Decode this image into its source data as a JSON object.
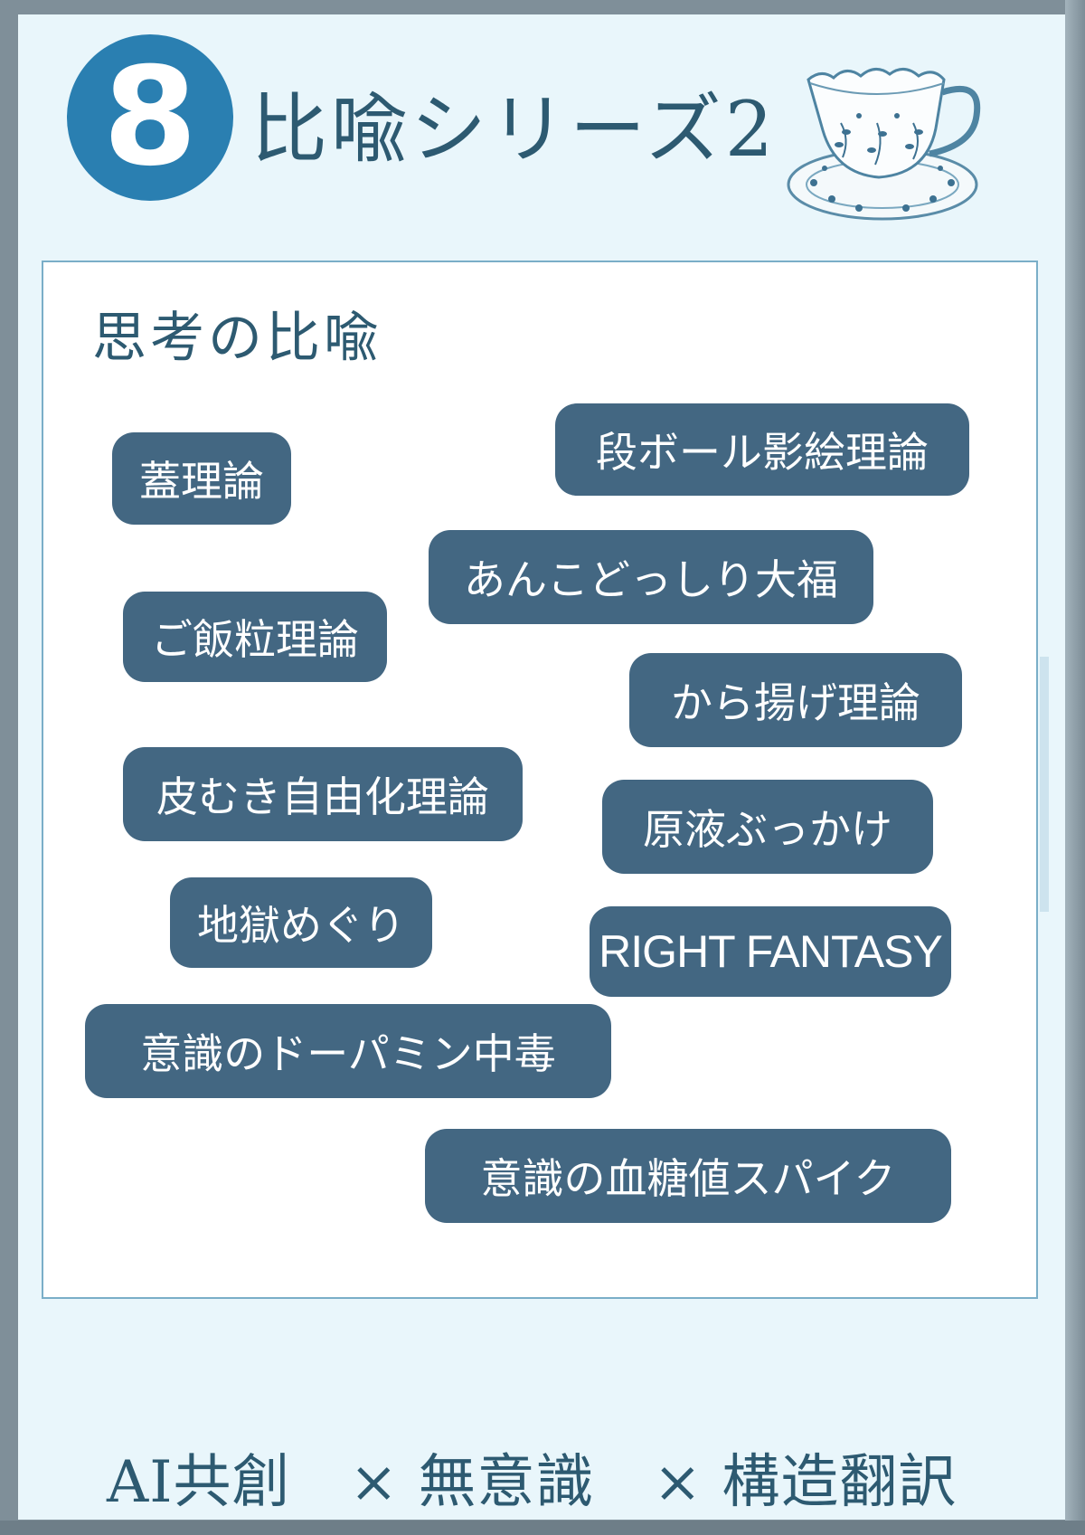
{
  "header": {
    "number": "8",
    "title": "比喩シリーズ2",
    "icon": "teacup-icon"
  },
  "panel": {
    "heading": "思考の比喩",
    "tags": [
      "段ボール影絵理論",
      "蓋理論",
      "あんこどっしり大福",
      "ご飯粒理論",
      "から揚げ理論",
      "皮むき自由化理論",
      "原液ぶっかけ",
      "地獄めぐり",
      "RIGHT FANTASY",
      "意識のドーパミン中毒",
      "意識の血糖値スパイク"
    ]
  },
  "footer": {
    "text": "AI共創　× 無意識　× 構造翻訳"
  },
  "colors": {
    "badge": "#2a7fb1",
    "tag_background": "#436782",
    "title_text": "#2d5a71",
    "page_background": "#e9f6fb",
    "frame": "#7f8f99"
  }
}
